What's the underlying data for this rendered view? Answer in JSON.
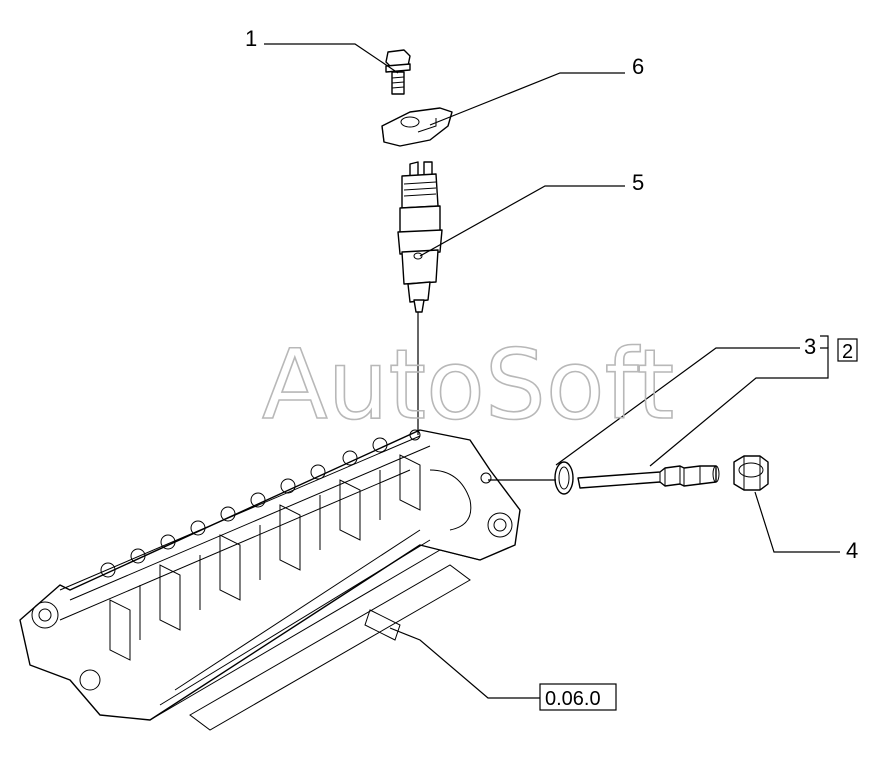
{
  "watermark": "AutoSoft",
  "callouts": {
    "c1": "1",
    "c2": "2",
    "c3": "3",
    "c4": "4",
    "c5": "5",
    "c6": "6"
  },
  "reference": "0.06.0",
  "parts": [
    {
      "id": "1",
      "icon": "bolt-icon"
    },
    {
      "id": "6",
      "icon": "injector-clamp-icon"
    },
    {
      "id": "5",
      "icon": "fuel-injector-icon"
    },
    {
      "id": "3",
      "icon": "o-ring-icon"
    },
    {
      "id": "2",
      "icon": "connector-pipe-icon"
    },
    {
      "id": "4",
      "icon": "nut-icon"
    }
  ],
  "colors": {
    "line": "#000000",
    "watermark": "#b8b8b8",
    "background": "#ffffff"
  }
}
